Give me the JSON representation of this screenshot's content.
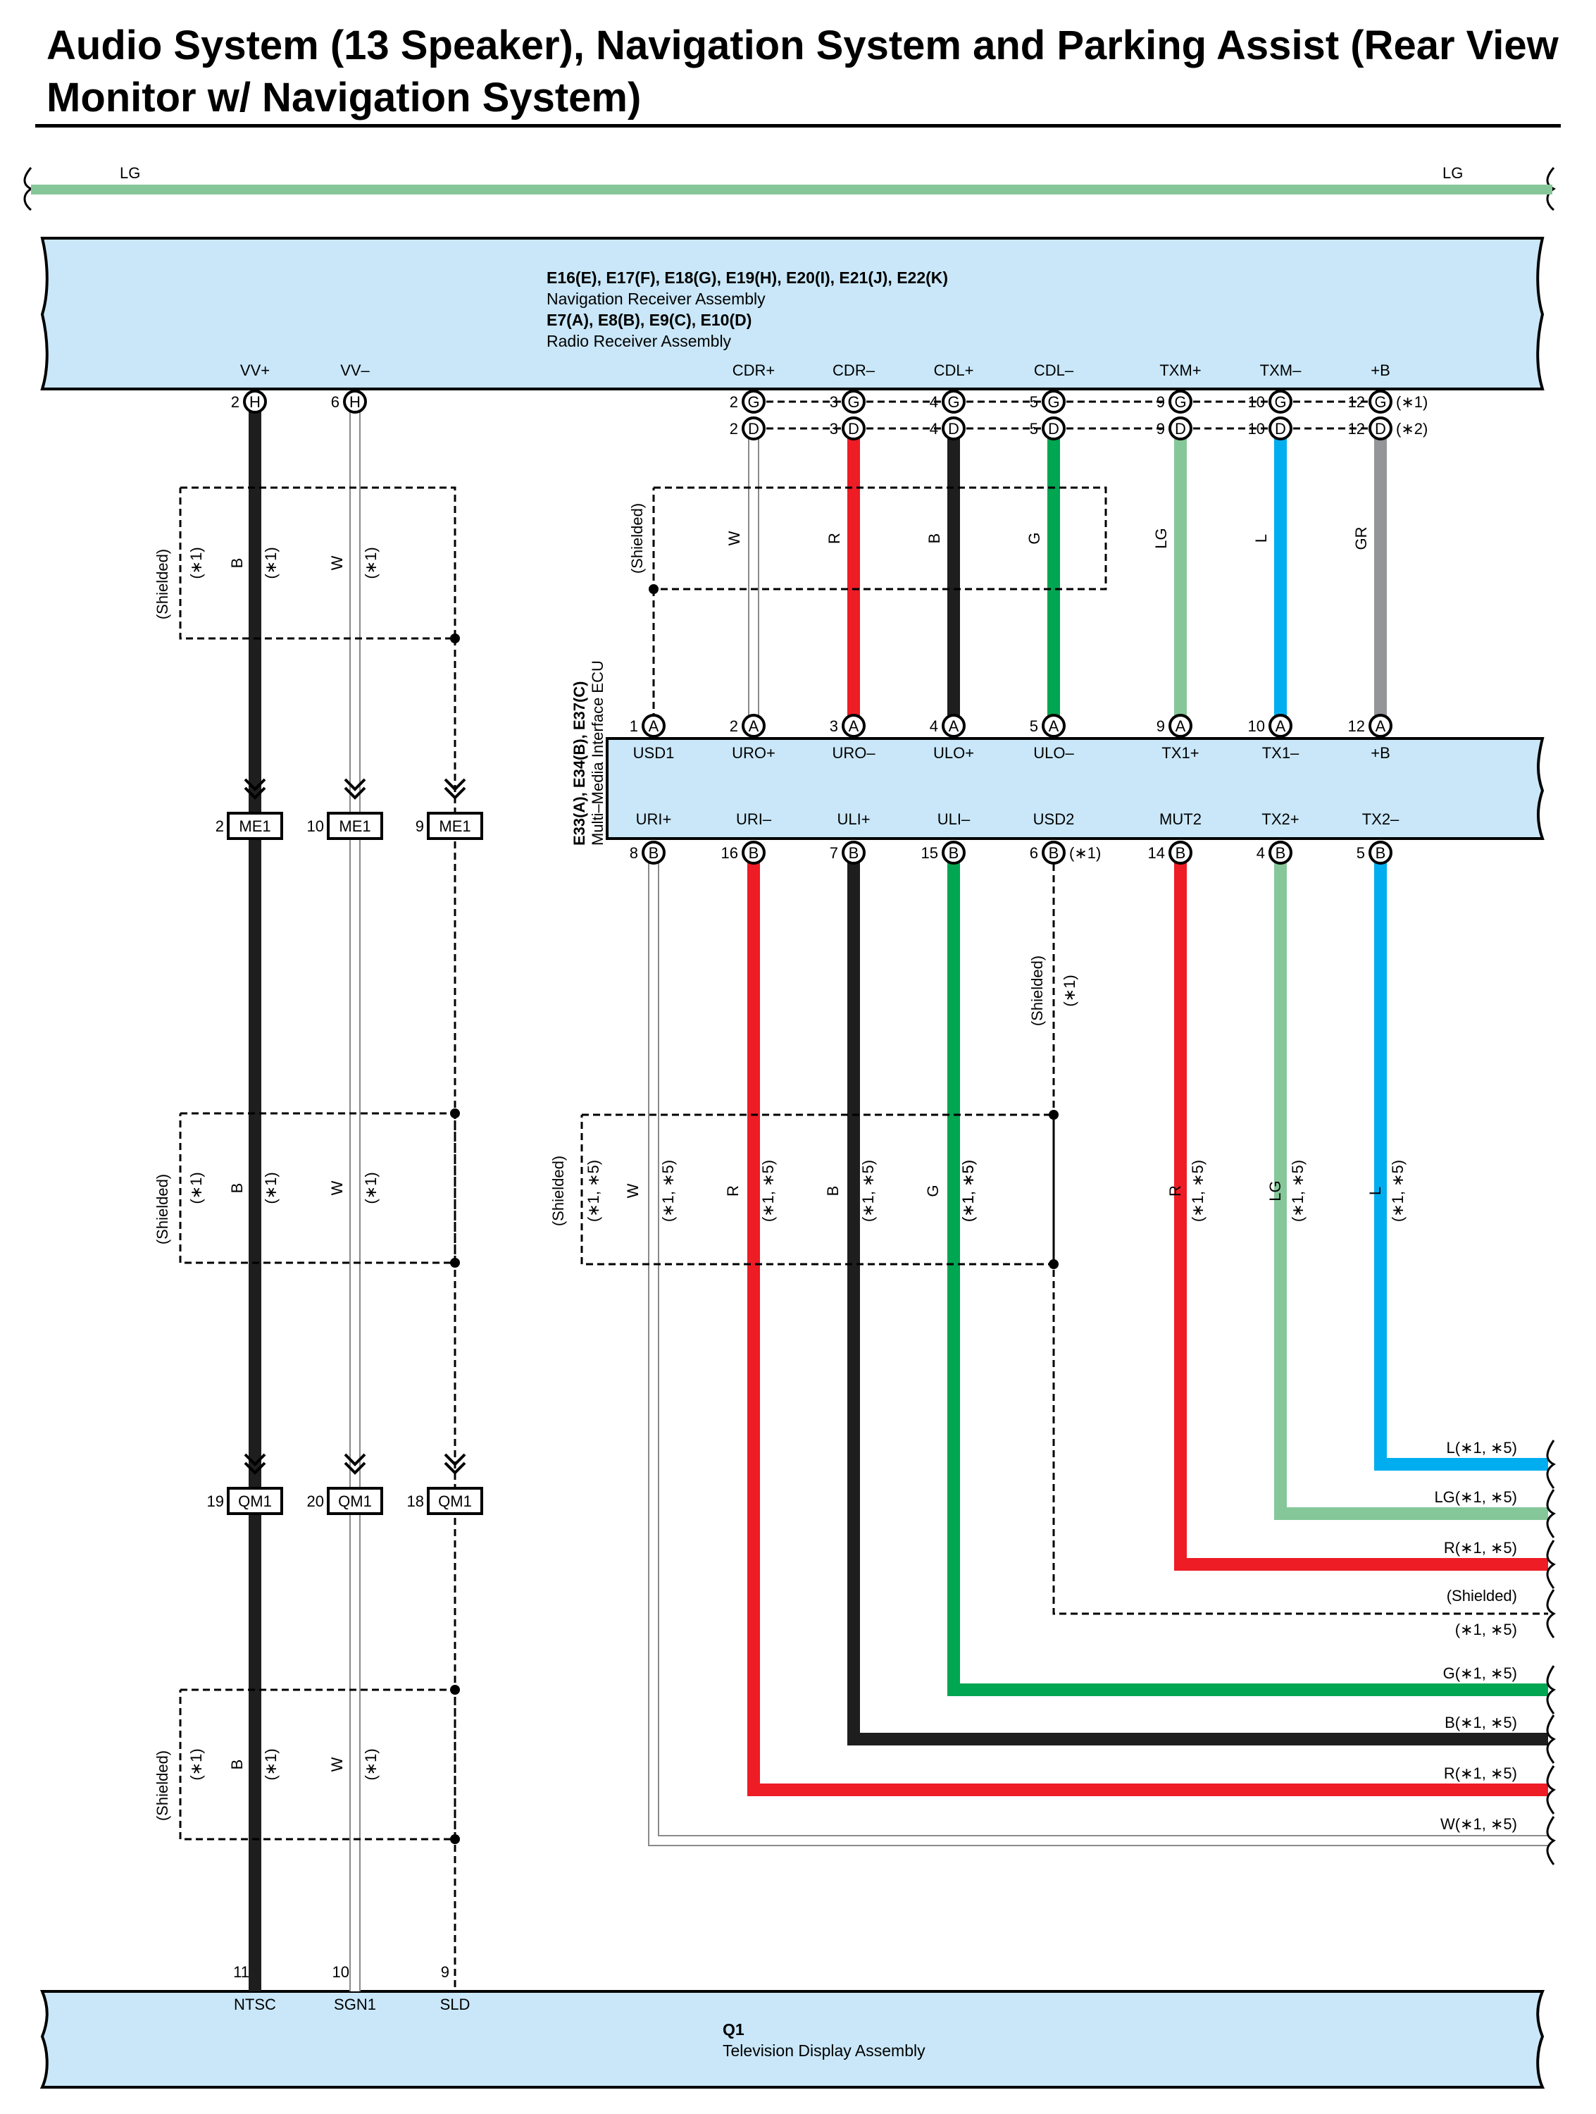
{
  "title": "Audio System (13 Speaker), Navigation System and Parking Assist (Rear View Monitor w/ Navigation System)",
  "colors": {
    "LG": "#86c79a",
    "B": "#1e1e1e",
    "W": "#ffffff",
    "R": "#ee1c25",
    "G": "#00a651",
    "L": "#00aeef",
    "GR": "#939598",
    "box": "#c9e7f8"
  },
  "top_wire": {
    "left_label": "LG",
    "right_label": "LG"
  },
  "nav": {
    "line1": "E16(E), E17(F), E18(G), E19(H), E20(I), E21(J), E22(K)",
    "line2": "Navigation Receiver Assembly",
    "line3": "E7(A), E8(B), E9(C), E10(D)",
    "line4": "Radio Receiver Assembly",
    "pins": [
      {
        "name": "VV+",
        "num": "2",
        "conn": "H"
      },
      {
        "name": "VV–",
        "num": "6",
        "conn": "H"
      },
      {
        "name": "CDR+",
        "num": "2",
        "conn": "G",
        "num2": "2",
        "conn2": "D"
      },
      {
        "name": "CDR–",
        "num": "3",
        "conn": "G",
        "num2": "3",
        "conn2": "D"
      },
      {
        "name": "CDL+",
        "num": "4",
        "conn": "G",
        "num2": "4",
        "conn2": "D"
      },
      {
        "name": "CDL–",
        "num": "5",
        "conn": "G",
        "num2": "5",
        "conn2": "D"
      },
      {
        "name": "TXM+",
        "num": "9",
        "conn": "G",
        "num2": "9",
        "conn2": "D"
      },
      {
        "name": "TXM–",
        "num": "10",
        "conn": "G",
        "num2": "10",
        "conn2": "D"
      },
      {
        "name": "+B",
        "num": "12",
        "conn": "G",
        "num2": "12",
        "conn2": "D"
      }
    ],
    "note1": "(∗1)",
    "note2": "(∗2)"
  },
  "mmi": {
    "name1": "E33(A), E34(B), E37(C)",
    "name2": "Multi–Media Interface ECU",
    "top_pins": [
      {
        "name": "USD1",
        "num": "1",
        "conn": "A"
      },
      {
        "name": "URO+",
        "num": "2",
        "conn": "A"
      },
      {
        "name": "URO–",
        "num": "3",
        "conn": "A"
      },
      {
        "name": "ULO+",
        "num": "4",
        "conn": "A"
      },
      {
        "name": "ULO–",
        "num": "5",
        "conn": "A"
      },
      {
        "name": "TX1+",
        "num": "9",
        "conn": "A"
      },
      {
        "name": "TX1–",
        "num": "10",
        "conn": "A"
      },
      {
        "name": "+B",
        "num": "12",
        "conn": "A"
      }
    ],
    "bottom_pins": [
      {
        "name": "URI+",
        "num": "8",
        "conn": "B"
      },
      {
        "name": "URI–",
        "num": "16",
        "conn": "B"
      },
      {
        "name": "ULI+",
        "num": "7",
        "conn": "B"
      },
      {
        "name": "ULI–",
        "num": "15",
        "conn": "B"
      },
      {
        "name": "USD2",
        "num": "6",
        "conn": "B",
        "note": "(∗1)"
      },
      {
        "name": "MUT2",
        "num": "14",
        "conn": "B"
      },
      {
        "name": "TX2+",
        "num": "4",
        "conn": "B"
      },
      {
        "name": "TX2–",
        "num": "5",
        "conn": "B"
      }
    ]
  },
  "upper_wire_labels": [
    "W",
    "R",
    "B",
    "G",
    "LG",
    "L",
    "GR"
  ],
  "shield_upper_label": "(Shielded)",
  "left_column": {
    "shield_label": "(Shielded)",
    "note": "(∗1)",
    "wire_labels": [
      "B",
      "W"
    ],
    "me1": [
      {
        "num": "2",
        "label": "ME1"
      },
      {
        "num": "10",
        "label": "ME1"
      },
      {
        "num": "9",
        "label": "ME1"
      }
    ],
    "qm1": [
      {
        "num": "19",
        "label": "QM1"
      },
      {
        "num": "20",
        "label": "QM1"
      },
      {
        "num": "18",
        "label": "QM1"
      }
    ]
  },
  "mid_shield": {
    "label": "(Shielded)",
    "note": "(∗1, ∗5)",
    "wire_labels": [
      "W",
      "R",
      "B",
      "G",
      "R",
      "LG",
      "L"
    ],
    "usd2_shield": "(Shielded)",
    "usd2_note": "(∗1)"
  },
  "right_labels": [
    "L(∗1, ∗5)",
    "LG(∗1, ∗5)",
    "R(∗1, ∗5)",
    "(Shielded)",
    "(∗1, ∗5)",
    "G(∗1, ∗5)",
    "B(∗1, ∗5)",
    "R(∗1, ∗5)",
    "W(∗1, ∗5)"
  ],
  "tv": {
    "code": "Q1",
    "name": "Television Display Assembly",
    "pins": [
      {
        "num": "11",
        "name": "NTSC"
      },
      {
        "num": "10",
        "name": "SGN1"
      },
      {
        "num": "9",
        "name": "SLD"
      }
    ]
  }
}
